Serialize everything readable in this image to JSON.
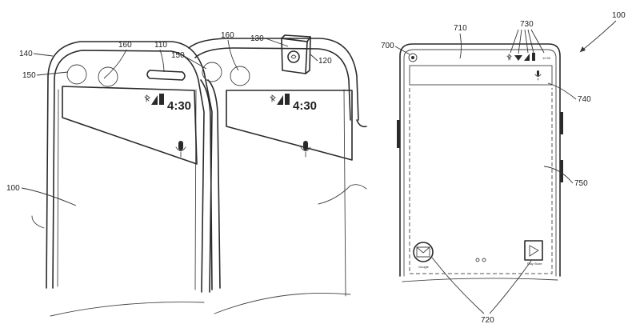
{
  "colors": {
    "ink": "#2a2a2a",
    "paper": "#ffffff"
  },
  "left_figure": {
    "refs": {
      "frame": "140",
      "sensor_left": "150",
      "sensor_right": "160",
      "notch": "110",
      "phone_body": "100"
    },
    "status_time": "4:30",
    "icons": [
      "bluetooth-icon",
      "signal-icon",
      "battery-icon",
      "microphone-icon"
    ]
  },
  "middle_figure": {
    "refs": {
      "popup_camera": "130",
      "housing": "120",
      "sensor_left": "150",
      "sensor_right": "160"
    },
    "status_time": "4:30",
    "icons": [
      "bluetooth-icon",
      "signal-icon",
      "battery-icon",
      "microphone-icon",
      "camera-lens-icon"
    ]
  },
  "right_figure": {
    "refs": {
      "device": "100",
      "front_camera": "700",
      "status_bar": "710",
      "status_icons": "730",
      "search_bar": "740",
      "display_area": "750",
      "app_icons": "720"
    },
    "status_time": "12:30",
    "apps": [
      {
        "label": "Google",
        "icon": "mail-icon"
      },
      {
        "label": "Play Store",
        "icon": "play-store-icon"
      }
    ]
  }
}
